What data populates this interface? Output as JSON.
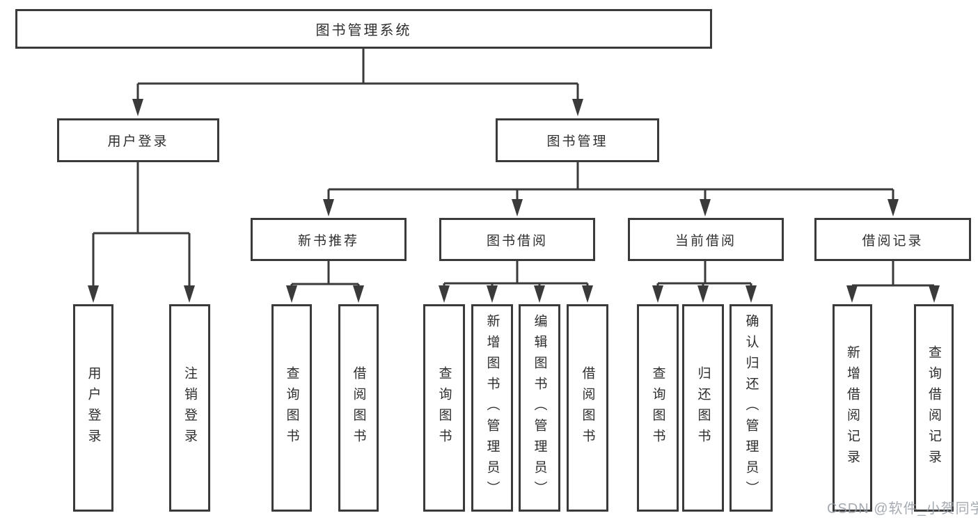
{
  "root": {
    "label": "图书管理系统"
  },
  "level1": [
    {
      "id": "user-login",
      "label": "用户登录"
    },
    {
      "id": "book-management",
      "label": "图书管理"
    }
  ],
  "level2": [
    {
      "id": "new-book-recommend",
      "label": "新书推荐"
    },
    {
      "id": "book-borrow",
      "label": "图书借阅"
    },
    {
      "id": "current-borrow",
      "label": "当前借阅"
    },
    {
      "id": "borrow-records",
      "label": "借阅记录"
    }
  ],
  "leaves": [
    {
      "parent": "用户登录",
      "label": "用户登录"
    },
    {
      "parent": "用户登录",
      "label": "注销登录"
    },
    {
      "parent": "新书推荐",
      "label": "查询图书"
    },
    {
      "parent": "新书推荐",
      "label": "借阅图书"
    },
    {
      "parent": "图书借阅",
      "label": "查询图书"
    },
    {
      "parent": "图书借阅",
      "label": "新增图书（管理员）"
    },
    {
      "parent": "图书借阅",
      "label": "编辑图书（管理员）"
    },
    {
      "parent": "图书借阅",
      "label": "借阅图书"
    },
    {
      "parent": "当前借阅",
      "label": "查询图书"
    },
    {
      "parent": "当前借阅",
      "label": "归还图书"
    },
    {
      "parent": "当前借阅",
      "label": "确认归还（管理员）"
    },
    {
      "parent": "借阅记录",
      "label": "新增借阅记录"
    },
    {
      "parent": "借阅记录",
      "label": "查询借阅记录"
    }
  ],
  "watermark": "CSDN @软件_小贺同学",
  "colors": {
    "line": "#3a3a3a",
    "box_border": "#3a3a3a",
    "text": "#2e2e2e",
    "watermark": "#949ca5",
    "background": "#ffffff"
  }
}
